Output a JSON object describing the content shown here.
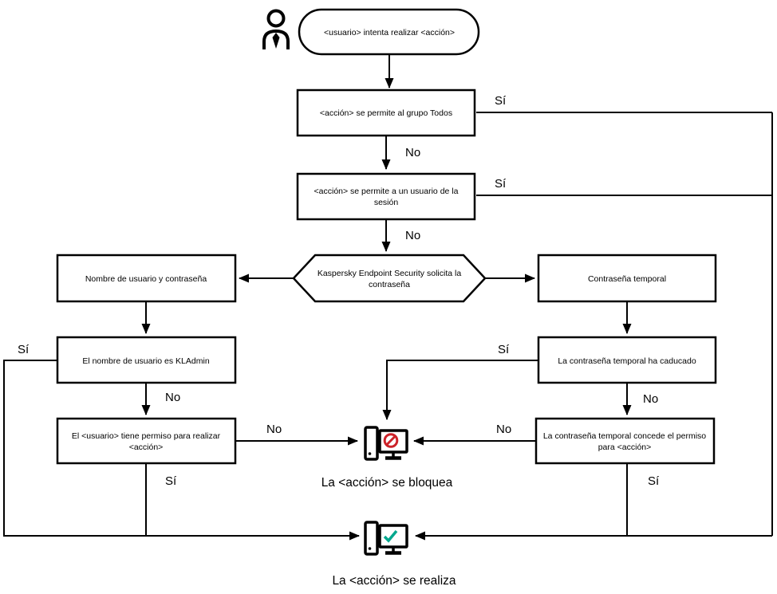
{
  "diagram": {
    "title_implicit": "Flujo de permisos de contraseña de Kaspersky Endpoint Security",
    "colors": {
      "line": "#000000",
      "box_fill": "#ffffff",
      "blocked_text": "#c9514d",
      "blocked_sign": "#cc2229",
      "allowed_text": "#00838c",
      "check": "#00a88e"
    },
    "labels": {
      "yes": "Sí",
      "no": "No"
    },
    "nodes": {
      "start": {
        "line1": "<usuario> intenta realizar <acción>"
      },
      "allow_all": {
        "line1": "<acción> se permite al grupo Todos"
      },
      "allow_session": {
        "line1": "<acción> se permite a un usuario de la",
        "line2": "sesión"
      },
      "kes_prompt": {
        "line1": "Kaspersky Endpoint Security solicita la",
        "line2": "contraseña"
      },
      "user_pass": {
        "line1": "Nombre de usuario y contraseña"
      },
      "temp_pass": {
        "line1": "Contraseña temporal"
      },
      "kladmin": {
        "line1": "El nombre de usuario es KLAdmin"
      },
      "user_perm": {
        "line1": "El <usuario> tiene permiso para realizar",
        "line2": "<acción>"
      },
      "temp_expired": {
        "line1": "La contraseña temporal ha caducado"
      },
      "temp_grant": {
        "line1": "La contraseña temporal concede el permiso",
        "line2": "para <acción>"
      },
      "blocked": {
        "caption": "La <acción> se bloquea"
      },
      "performed": {
        "caption": "La <acción> se realiza"
      }
    }
  }
}
